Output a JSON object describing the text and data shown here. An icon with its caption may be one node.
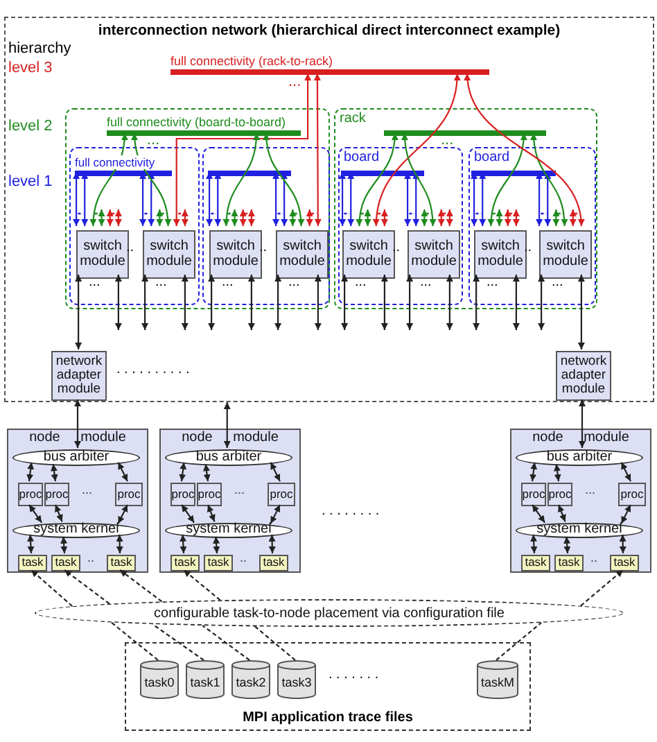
{
  "diagram": {
    "nodes": [
      {
        "text": [
          "interconnection network (hierarchical direct interconnect example)"
        ]
      },
      {
        "text": [
          "full connectivity (rack-to-rack)"
        ],
        "in": 0
      },
      {
        "text": [],
        "shape": "box",
        "in": 0
      },
      {
        "text": [
          "full connectivity (board-to-board)"
        ],
        "in": 2
      },
      {
        "text": [],
        "shape": "box",
        "in": 2
      },
      {
        "text": [
          "full connectivity"
        ],
        "in": 4
      },
      {
        "text": [
          "switch module"
        ],
        "in": 4
      },
      {
        "text": [
          "switch module"
        ],
        "in": 4
      },
      {
        "text": [],
        "shape": "box",
        "in": 2
      },
      {
        "text": [],
        "shape": "bar",
        "in": 8
      },
      {
        "text": [
          "switch module"
        ],
        "in": 8
      },
      {
        "text": [
          "switch module"
        ],
        "in": 8
      },
      {
        "text": [
          "rack"
        ],
        "in": 0
      },
      {
        "text": [],
        "shape": "bar",
        "in": 12
      },
      {
        "text": [
          "board"
        ],
        "in": 12
      },
      {
        "text": [],
        "shape": "bar",
        "in": 14
      },
      {
        "text": [
          "switch module"
        ],
        "in": 14
      },
      {
        "text": [
          "switch module"
        ],
        "in": 14
      },
      {
        "text": [
          "board"
        ],
        "in": 12
      },
      {
        "text": [],
        "shape": "bar",
        "in": 18
      },
      {
        "text": [
          "switch module"
        ],
        "in": 18
      },
      {
        "text": [
          "switch module"
        ],
        "in": 18
      },
      {
        "text": [
          "network adapter module"
        ],
        "in": 0
      },
      {
        "text": [
          "network adapter module"
        ],
        "in": 0
      },
      {
        "text": [
          "node module"
        ]
      },
      {
        "text": [
          "bus arbiter"
        ],
        "in": 24
      },
      {
        "text": [
          "proc"
        ],
        "in": 24
      },
      {
        "text": [
          "proc"
        ],
        "in": 24
      },
      {
        "text": [
          "proc"
        ],
        "in": 24
      },
      {
        "text": [
          "system kernel"
        ],
        "in": 24
      },
      {
        "text": [
          "task"
        ],
        "in": 24
      },
      {
        "text": [
          "task"
        ],
        "in": 24
      },
      {
        "text": [
          "task"
        ],
        "in": 24
      },
      {
        "text": [
          "node module"
        ]
      },
      {
        "text": [
          "bus arbiter"
        ],
        "in": 33
      },
      {
        "text": [
          "proc"
        ],
        "in": 33
      },
      {
        "text": [
          "proc"
        ],
        "in": 33
      },
      {
        "text": [
          "proc"
        ],
        "in": 33
      },
      {
        "text": [
          "system kernel"
        ],
        "in": 33
      },
      {
        "text": [
          "task"
        ],
        "in": 33
      },
      {
        "text": [
          "task"
        ],
        "in": 33
      },
      {
        "text": [
          "task"
        ],
        "in": 33
      },
      {
        "text": [
          "node module"
        ]
      },
      {
        "text": [
          "bus arbiter"
        ],
        "in": 42
      },
      {
        "text": [
          "proc"
        ],
        "in": 42
      },
      {
        "text": [
          "proc"
        ],
        "in": 42
      },
      {
        "text": [
          "proc"
        ],
        "in": 42
      },
      {
        "text": [
          "system kernel"
        ],
        "in": 42
      },
      {
        "text": [
          "task"
        ],
        "in": 42
      },
      {
        "text": [
          "task"
        ],
        "in": 42
      },
      {
        "text": [
          "task"
        ],
        "in": 42
      },
      {
        "text": [
          "configurable task-to-node placement via configuration file"
        ]
      },
      {
        "text": [
          "MPI application trace files"
        ]
      },
      {
        "text": [
          "task0"
        ],
        "in": 52
      },
      {
        "text": [
          "task1"
        ],
        "in": 52
      },
      {
        "text": [
          "task2"
        ],
        "in": 52
      },
      {
        "text": [
          "task3"
        ],
        "in": 52
      },
      {
        "text": [
          "taskM"
        ],
        "in": 52
      }
    ],
    "edges": [
      {
        "from": 6,
        "to": 5,
        "arrow": "both",
        "color": "#2020e0"
      },
      {
        "from": 6,
        "to": 5,
        "arrow": "both",
        "color": "#2020e0"
      },
      {
        "from": 6,
        "to": 3,
        "arrow": "both",
        "color": "#1e8c1e"
      },
      {
        "from": 6,
        "to": null,
        "arrow": "both",
        "color": "#1e8c1e"
      },
      {
        "from": 6,
        "to": null,
        "arrow": "both",
        "color": "#d82020"
      },
      {
        "from": 6,
        "to": null,
        "arrow": "both",
        "color": "#d82020"
      },
      {
        "from": 6,
        "to": 22,
        "arrow": "both"
      },
      {
        "from": 6,
        "to": null,
        "arrow": "both"
      },
      {
        "from": 7,
        "to": 5,
        "arrow": "both",
        "color": "#2020e0"
      },
      {
        "from": 7,
        "to": 5,
        "arrow": "both",
        "color": "#2020e0"
      },
      {
        "from": 7,
        "to": null,
        "arrow": "both",
        "color": "#1e8c1e"
      },
      {
        "from": 7,
        "to": 3,
        "arrow": "both",
        "color": "#1e8c1e"
      },
      {
        "from": 7,
        "to": 1,
        "arrow": "both",
        "color": "#d82020"
      },
      {
        "from": 7,
        "to": null,
        "arrow": "both",
        "color": "#d82020"
      },
      {
        "from": 7,
        "to": null,
        "arrow": "both"
      },
      {
        "from": 7,
        "to": null,
        "arrow": "both"
      },
      {
        "from": 10,
        "to": 9,
        "arrow": "both",
        "color": "#2020e0"
      },
      {
        "from": 10,
        "to": 9,
        "arrow": "both",
        "color": "#2020e0"
      },
      {
        "from": 10,
        "to": 3,
        "arrow": "both",
        "color": "#1e8c1e"
      },
      {
        "from": 10,
        "to": null,
        "arrow": "both",
        "color": "#1e8c1e"
      },
      {
        "from": 10,
        "to": null,
        "arrow": "both",
        "color": "#d82020"
      },
      {
        "from": 10,
        "to": null,
        "arrow": "both",
        "color": "#d82020"
      },
      {
        "from": 10,
        "to": null,
        "arrow": "both"
      },
      {
        "from": 10,
        "to": null,
        "arrow": "both"
      },
      {
        "from": 11,
        "to": 9,
        "arrow": "both",
        "color": "#2020e0"
      },
      {
        "from": 11,
        "to": 9,
        "arrow": "both",
        "color": "#2020e0"
      },
      {
        "from": 11,
        "to": null,
        "arrow": "both",
        "color": "#1e8c1e"
      },
      {
        "from": 11,
        "to": 3,
        "arrow": "both",
        "color": "#1e8c1e"
      },
      {
        "from": 11,
        "to": null,
        "arrow": "both",
        "color": "#d82020"
      },
      {
        "from": 11,
        "to": 1,
        "arrow": "both",
        "color": "#d82020"
      },
      {
        "from": 11,
        "to": null,
        "arrow": "both"
      },
      {
        "from": 11,
        "to": null,
        "arrow": "both"
      },
      {
        "from": 16,
        "to": 15,
        "arrow": "both",
        "color": "#2020e0"
      },
      {
        "from": 16,
        "to": 15,
        "arrow": "both",
        "color": "#2020e0"
      },
      {
        "from": 16,
        "to": 13,
        "arrow": "both",
        "color": "#1e8c1e"
      },
      {
        "from": 16,
        "to": null,
        "arrow": "both",
        "color": "#1e8c1e"
      },
      {
        "from": 16,
        "to": 1,
        "arrow": "both",
        "color": "#d82020"
      },
      {
        "from": 16,
        "to": null,
        "arrow": "both",
        "color": "#d82020"
      },
      {
        "from": 16,
        "to": null,
        "arrow": "both"
      },
      {
        "from": 16,
        "to": null,
        "arrow": "both"
      },
      {
        "from": 17,
        "to": 15,
        "arrow": "both",
        "color": "#2020e0"
      },
      {
        "from": 17,
        "to": 15,
        "arrow": "both",
        "color": "#2020e0"
      },
      {
        "from": 17,
        "to": null,
        "arrow": "both",
        "color": "#1e8c1e"
      },
      {
        "from": 17,
        "to": 13,
        "arrow": "both",
        "color": "#1e8c1e"
      },
      {
        "from": 17,
        "to": null,
        "arrow": "both",
        "color": "#d82020"
      },
      {
        "from": 17,
        "to": null,
        "arrow": "both",
        "color": "#d82020"
      },
      {
        "from": 17,
        "to": null,
        "arrow": "both"
      },
      {
        "from": 17,
        "to": null,
        "arrow": "both"
      },
      {
        "from": 20,
        "to": 19,
        "arrow": "both",
        "color": "#2020e0"
      },
      {
        "from": 20,
        "to": 19,
        "arrow": "both",
        "color": "#2020e0"
      },
      {
        "from": 20,
        "to": 13,
        "arrow": "both",
        "color": "#1e8c1e"
      },
      {
        "from": 20,
        "to": null,
        "arrow": "both",
        "color": "#1e8c1e"
      },
      {
        "from": 20,
        "to": null,
        "arrow": "both",
        "color": "#d82020"
      },
      {
        "from": 20,
        "to": null,
        "arrow": "both",
        "color": "#d82020"
      },
      {
        "from": 20,
        "to": null,
        "arrow": "both"
      },
      {
        "from": 20,
        "to": null,
        "arrow": "both"
      },
      {
        "from": 21,
        "to": 19,
        "arrow": "both",
        "color": "#2020e0"
      },
      {
        "from": 21,
        "to": 19,
        "arrow": "both",
        "color": "#2020e0"
      },
      {
        "from": 21,
        "to": null,
        "arrow": "both",
        "color": "#1e8c1e"
      },
      {
        "from": 21,
        "to": 13,
        "arrow": "both",
        "color": "#1e8c1e"
      },
      {
        "from": 21,
        "to": null,
        "arrow": "both",
        "color": "#d82020"
      },
      {
        "from": 21,
        "to": 1,
        "arrow": "both",
        "color": "#d82020"
      },
      {
        "from": 21,
        "to": null,
        "arrow": "both"
      },
      {
        "from": 21,
        "to": 23,
        "arrow": "both"
      },
      {
        "from": 22,
        "to": 25,
        "arrow": "both"
      },
      {
        "from": 0,
        "to": 34,
        "arrow": "both"
      },
      {
        "from": 23,
        "to": 43,
        "arrow": "both"
      },
      {
        "from": 25,
        "to": 26,
        "arrow": "both"
      },
      {
        "from": 25,
        "to": 27,
        "arrow": "both"
      },
      {
        "from": 25,
        "to": 28,
        "arrow": "both"
      },
      {
        "from": 26,
        "to": 29,
        "arrow": "both"
      },
      {
        "from": 27,
        "to": 29,
        "arrow": "both"
      },
      {
        "from": 28,
        "to": 29,
        "arrow": "both"
      },
      {
        "from": 29,
        "to": 30,
        "arrow": "both"
      },
      {
        "from": 29,
        "to": 31,
        "arrow": "both"
      },
      {
        "from": 29,
        "to": 32,
        "arrow": "both"
      },
      {
        "from": 34,
        "to": 35,
        "arrow": "both"
      },
      {
        "from": 34,
        "to": 36,
        "arrow": "both"
      },
      {
        "from": 34,
        "to": 37,
        "arrow": "both"
      },
      {
        "from": 35,
        "to": 38,
        "arrow": "both"
      },
      {
        "from": 36,
        "to": 38,
        "arrow": "both"
      },
      {
        "from": 37,
        "to": 38,
        "arrow": "both"
      },
      {
        "from": 38,
        "to": 39,
        "arrow": "both"
      },
      {
        "from": 38,
        "to": 40,
        "arrow": "both"
      },
      {
        "from": 38,
        "to": 41,
        "arrow": "both"
      },
      {
        "from": 43,
        "to": 44,
        "arrow": "both"
      },
      {
        "from": 43,
        "to": 45,
        "arrow": "both"
      },
      {
        "from": 43,
        "to": 46,
        "arrow": "both"
      },
      {
        "from": 44,
        "to": 47,
        "arrow": "both"
      },
      {
        "from": 45,
        "to": 47,
        "arrow": "both"
      },
      {
        "from": 46,
        "to": 47,
        "arrow": "both"
      },
      {
        "from": 47,
        "to": 48,
        "arrow": "both"
      },
      {
        "from": 47,
        "to": 49,
        "arrow": "both"
      },
      {
        "from": 47,
        "to": 50,
        "arrow": "both"
      },
      {
        "from": 53,
        "to": 51,
        "arrow": "none",
        "style": "dashed"
      },
      {
        "from": 51,
        "to": 30,
        "arrow": "to",
        "style": "dashed"
      },
      {
        "from": 54,
        "to": 51,
        "arrow": "none",
        "style": "dashed"
      },
      {
        "from": 51,
        "to": 31,
        "arrow": "to",
        "style": "dashed"
      },
      {
        "from": 55,
        "to": 51,
        "arrow": "none",
        "style": "dashed"
      },
      {
        "from": 51,
        "to": 32,
        "arrow": "to",
        "style": "dashed"
      },
      {
        "from": 56,
        "to": 51,
        "arrow": "none",
        "style": "dashed"
      },
      {
        "from": 51,
        "to": 39,
        "arrow": "to",
        "style": "dashed"
      },
      {
        "from": 57,
        "to": 51,
        "arrow": "none",
        "style": "dashed"
      },
      {
        "from": 51,
        "to": 50,
        "arrow": "to",
        "style": "dashed"
      }
    ],
    "labels": [
      "hierarchy",
      "level 3",
      "...",
      "level 2",
      "...",
      "...",
      "level 1",
      "..",
      "..",
      "..",
      "..",
      "...",
      "...",
      "...",
      "...",
      "...",
      "...",
      "...",
      "...",
      ". . . . . . . . . .",
      "...",
      "...",
      "...",
      ". . . . . . . .",
      "..",
      "..",
      "..",
      ". . . . . . ."
    ]
  }
}
